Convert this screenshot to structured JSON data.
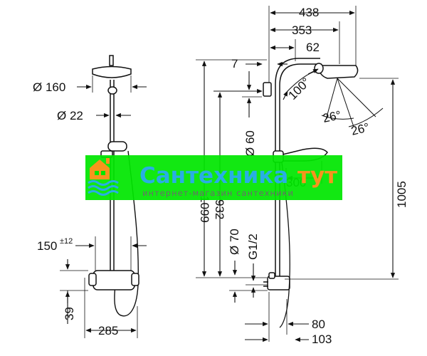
{
  "dimensions": {
    "overhead_diameter": "Ø 160",
    "rail_diameter": "Ø 22",
    "outlet_spacing": "150",
    "outlet_tolerance": "±12",
    "mixer_height": "39",
    "mixer_depth": "285",
    "total_projection": "438",
    "arm_projection": "353",
    "head_offset": "62",
    "wall_gap": "7",
    "head_tilt": "100°",
    "spray_angle_left": "26°",
    "spray_angle_right": "26°",
    "rail_length": "1099",
    "handshower_range": "932",
    "bracket_diameter": "Ø 60",
    "handshower_length": "300",
    "overall_height": "1005",
    "connector_diameter": "Ø 70",
    "thread_size": "G1/2",
    "mixer_offset": "80",
    "mixer_projection": "103"
  },
  "watermark": {
    "title_left": "Сантехника",
    "title_right": "тут",
    "subtitle": "интернет-магазин сантехники",
    "band_color": "#00e600",
    "title_color": "#29aee3",
    "accent_color": "#f7941d"
  }
}
